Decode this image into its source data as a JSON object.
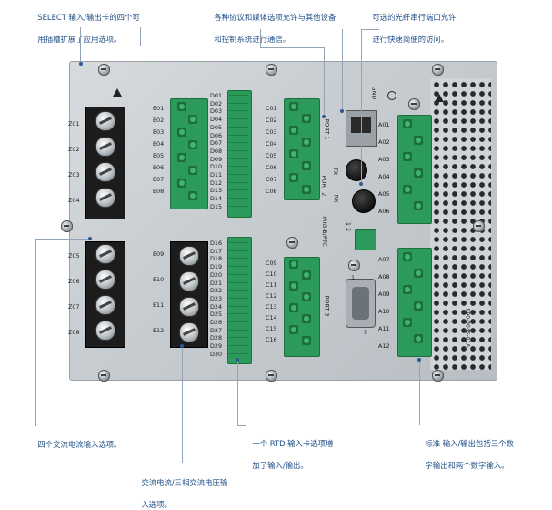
{
  "callouts": {
    "select_io": {
      "prefix": "SELECT",
      "text1": " 输入/输出卡的四个可",
      "text2": "用插槽扩展了应用选项。"
    },
    "protocols": {
      "line1": "各种协议和媒体选项允许与其他设备",
      "line2": "和控制系统进行通信。"
    },
    "fiber": {
      "line1": "可选的光纤串行端口允许",
      "line2": "进行快速简便的访问。"
    },
    "ac_current": {
      "line1": "四个交流电流输入选项。"
    },
    "ac_voltage": {
      "line1": "交流电流/三相交流电压输",
      "line2": "入选项。"
    },
    "rtd": {
      "line1": "十个 RTD 输入卡选项增",
      "line2": "加了输入/输出。"
    },
    "standard_io": {
      "line1": "标准 输入/输出包括三个数",
      "line2": "字输出和两个数字输入。"
    }
  },
  "panel": {
    "z_top": [
      "Z01",
      "Z02",
      "Z03",
      "Z04"
    ],
    "z_bottom": [
      "Z05",
      "Z06",
      "Z07",
      "Z08"
    ],
    "e_top": [
      "E01",
      "E02",
      "E03",
      "E04",
      "E05",
      "E06",
      "E07",
      "E08"
    ],
    "e_bottom": [
      "E09",
      "E10",
      "E11",
      "E12"
    ],
    "d_top": [
      "D01",
      "D02",
      "D03",
      "D04",
      "D05",
      "D06",
      "D07",
      "D08",
      "D09",
      "D10",
      "D11",
      "D12",
      "D13",
      "D14",
      "D15"
    ],
    "d_bottom": [
      "D16",
      "D17",
      "D18",
      "D19",
      "D20",
      "D21",
      "D22",
      "D23",
      "D24",
      "D25",
      "D26",
      "D27",
      "D28",
      "D29",
      "D30"
    ],
    "c_top": [
      "C01",
      "C02",
      "C03",
      "C04",
      "C05",
      "C06",
      "C07",
      "C08"
    ],
    "c_bottom": [
      "C09",
      "C10",
      "C11",
      "C12",
      "C13",
      "C14",
      "C15",
      "C16"
    ],
    "a_top": [
      "A01",
      "A02",
      "A03",
      "A04",
      "A05",
      "A06"
    ],
    "a_bottom": [
      "A07",
      "A08",
      "A09",
      "A10",
      "A11",
      "A12"
    ],
    "port1": "PORT 1",
    "port2": "PORT 2",
    "tx": "TX",
    "rx": "RX",
    "irig": "IRIG-B/PTC",
    "irig_pins": "1  2",
    "port3": "PORT 3",
    "gnd": "GND",
    "d9_pin1": "1",
    "d9_pin5": "5",
    "part_no": "990-3045-01A"
  },
  "colors": {
    "callout_text": "#1f4f86",
    "terminal_green": "#2c9a5a",
    "terminal_black": "#1c1c1c",
    "panel": "#c8cdd1"
  }
}
